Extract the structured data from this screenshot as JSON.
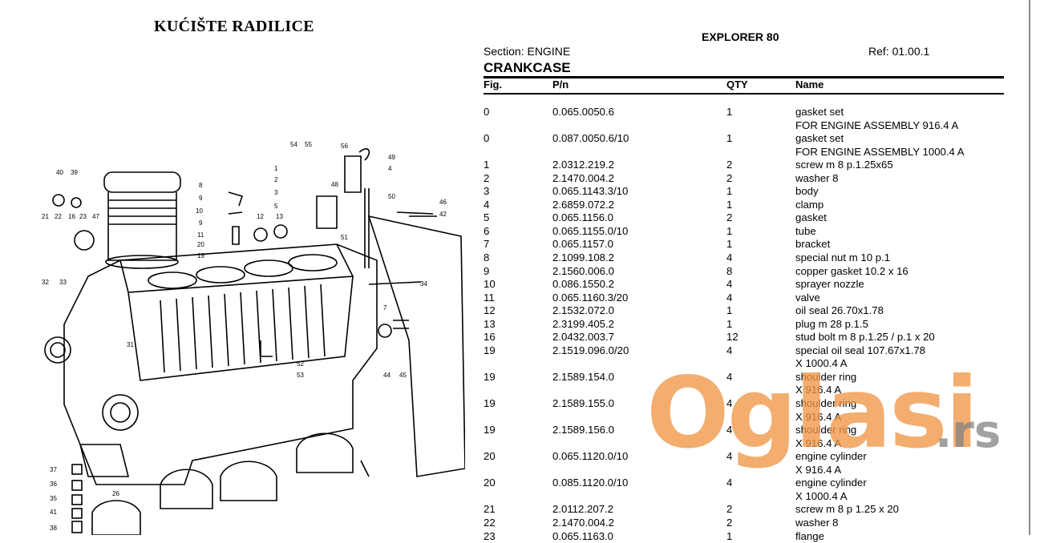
{
  "left_title": "KUĆIŠTE RADILICE",
  "header": {
    "title": "EXPLORER 80",
    "section": "Section: ENGINE",
    "ref": "Ref: 01.00.1",
    "subtitle": "CRANKCASE"
  },
  "columns": [
    "Fig.",
    "P/n",
    "QTY",
    "Name"
  ],
  "rows": [
    {
      "fig": "0",
      "pn": "0.065.0050.6",
      "qty": "1",
      "name": "gasket set"
    },
    {
      "fig": "",
      "pn": "",
      "qty": "",
      "name": "FOR ENGINE ASSEMBLY 916.4 A"
    },
    {
      "fig": "0",
      "pn": "0.087.0050.6/10",
      "qty": "1",
      "name": "gasket set"
    },
    {
      "fig": "",
      "pn": "",
      "qty": "",
      "name": "FOR ENGINE ASSEMBLY 1000.4 A"
    },
    {
      "fig": "1",
      "pn": "2.0312.219.2",
      "qty": "2",
      "name": "screw m 8 p.1.25x65"
    },
    {
      "fig": "2",
      "pn": "2.1470.004.2",
      "qty": "2",
      "name": "washer 8"
    },
    {
      "fig": "3",
      "pn": "0.065.1143.3/10",
      "qty": "1",
      "name": "body"
    },
    {
      "fig": "4",
      "pn": "2.6859.072.2",
      "qty": "1",
      "name": "clamp"
    },
    {
      "fig": "5",
      "pn": "0.065.1156.0",
      "qty": "2",
      "name": "gasket"
    },
    {
      "fig": "6",
      "pn": "0.065.1155.0/10",
      "qty": "1",
      "name": "tube"
    },
    {
      "fig": "7",
      "pn": "0.065.1157.0",
      "qty": "1",
      "name": "bracket"
    },
    {
      "fig": "8",
      "pn": "2.1099.108.2",
      "qty": "4",
      "name": "special nut m 10 p.1"
    },
    {
      "fig": "9",
      "pn": "2.1560.006.0",
      "qty": "8",
      "name": "copper gasket 10.2 x 16"
    },
    {
      "fig": "10",
      "pn": "0.086.1550.2",
      "qty": "4",
      "name": "sprayer nozzle"
    },
    {
      "fig": "11",
      "pn": "0.065.1160.3/20",
      "qty": "4",
      "name": "valve"
    },
    {
      "fig": "12",
      "pn": "2.1532.072.0",
      "qty": "1",
      "name": "oil seal 26.70x1.78"
    },
    {
      "fig": "13",
      "pn": "2.3199.405.2",
      "qty": "1",
      "name": "plug m 28 p.1.5"
    },
    {
      "fig": "16",
      "pn": "2.0432.003.7",
      "qty": "12",
      "name": "stud bolt m 8 p.1.25 / p.1 x 20"
    },
    {
      "fig": "19",
      "pn": "2.1519.096.0/20",
      "qty": "4",
      "name": "special oil seal 107.67x1.78"
    },
    {
      "fig": "",
      "pn": "",
      "qty": "",
      "name": "X 1000.4 A"
    },
    {
      "fig": "19",
      "pn": "2.1589.154.0",
      "qty": "4",
      "name": "shoulder ring"
    },
    {
      "fig": "",
      "pn": "",
      "qty": "",
      "name": "X 916.4 A"
    },
    {
      "fig": "19",
      "pn": "2.1589.155.0",
      "qty": "4",
      "name": "shoulder ring"
    },
    {
      "fig": "",
      "pn": "",
      "qty": "",
      "name": "X 916.4 A"
    },
    {
      "fig": "19",
      "pn": "2.1589.156.0",
      "qty": "4",
      "name": "shoulder ring"
    },
    {
      "fig": "",
      "pn": "",
      "qty": "",
      "name": "X 916.4 A"
    },
    {
      "fig": "20",
      "pn": "0.065.1120.0/10",
      "qty": "4",
      "name": "engine cylinder"
    },
    {
      "fig": "",
      "pn": "",
      "qty": "",
      "name": "X 916.4 A"
    },
    {
      "fig": "20",
      "pn": "0.085.1120.0/10",
      "qty": "4",
      "name": "engine cylinder"
    },
    {
      "fig": "",
      "pn": "",
      "qty": "",
      "name": "X 1000.4 A"
    },
    {
      "fig": "21",
      "pn": "2.0112.207.2",
      "qty": "2",
      "name": "screw m 8 p 1.25 x 20"
    },
    {
      "fig": "22",
      "pn": "2.1470.004.2",
      "qty": "2",
      "name": "washer 8"
    },
    {
      "fig": "23",
      "pn": "0.065.1163.0",
      "qty": "1",
      "name": "flange"
    }
  ],
  "diagram_labels": [
    "54",
    "55",
    "56",
    "49",
    "1",
    "2",
    "3",
    "4",
    "5",
    "48",
    "50",
    "51",
    "46",
    "42",
    "40",
    "39",
    "21",
    "22",
    "16",
    "23",
    "47",
    "8",
    "9",
    "10",
    "9",
    "11",
    "20",
    "19",
    "12",
    "13",
    "32",
    "33",
    "34",
    "31",
    "7",
    "52",
    "53",
    "44",
    "45",
    "37",
    "36",
    "35",
    "41",
    "38",
    "26"
  ],
  "watermark": {
    "main": "Oglasi",
    "suffix": ".rs"
  }
}
